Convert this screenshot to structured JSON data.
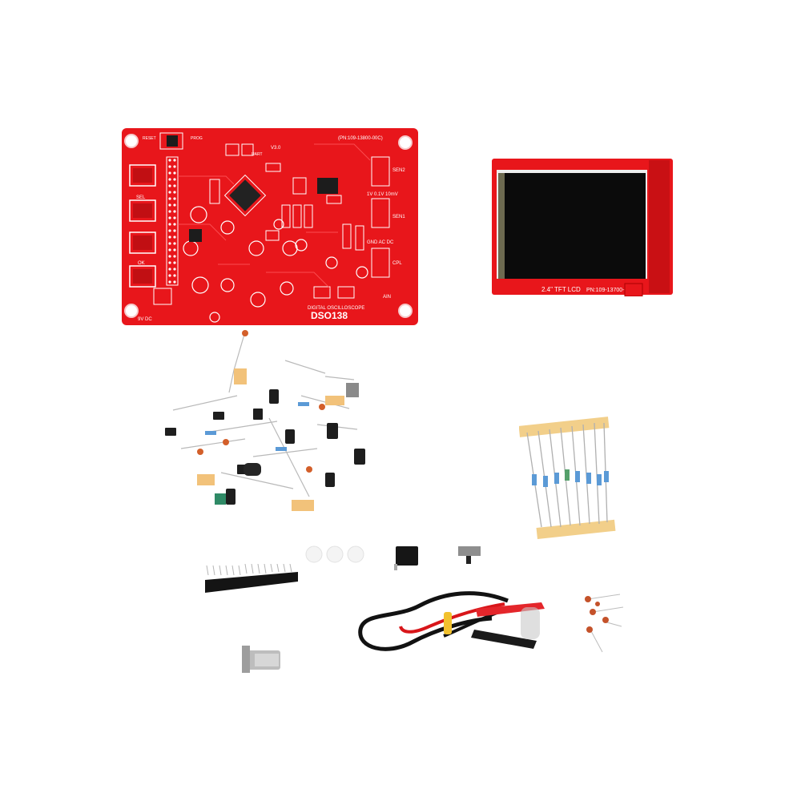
{
  "scene": {
    "background": "#ffffff",
    "pcb_color": "#e8161b",
    "silkscreen_color": "#ffffff"
  },
  "main_board": {
    "title": "DSO138",
    "subtitle": "DIGITAL OSCILLOSCOPE",
    "part_number": "(PN:109-13800-00C)",
    "labels": {
      "version": "V3.0",
      "reset": "RESET",
      "program": "PROG",
      "ok": "OK",
      "sel": "SEL",
      "cpl": "CPL",
      "sen1": "SEN1",
      "sen2": "SEN2",
      "gnd_ac_dc": "GND AC DC",
      "volt_range": "1V 0.1V 10mV",
      "ain": "AIN",
      "v9": "9V DC",
      "uart": "UART"
    }
  },
  "lcd_module": {
    "label": "2.4\" TFT LCD",
    "part_number": "PN:109-13700-"
  },
  "parts": {
    "resistor_strip": "resistors",
    "probe": "test-probe-cable",
    "bnc": "bnc-connector",
    "header": "pin-header",
    "power_jack": "dc-jack",
    "slide_switch": "slide-switch",
    "buttons": "button-caps",
    "small_caps": "ceramic-capacitors",
    "mixed_parts": "loose-components"
  }
}
